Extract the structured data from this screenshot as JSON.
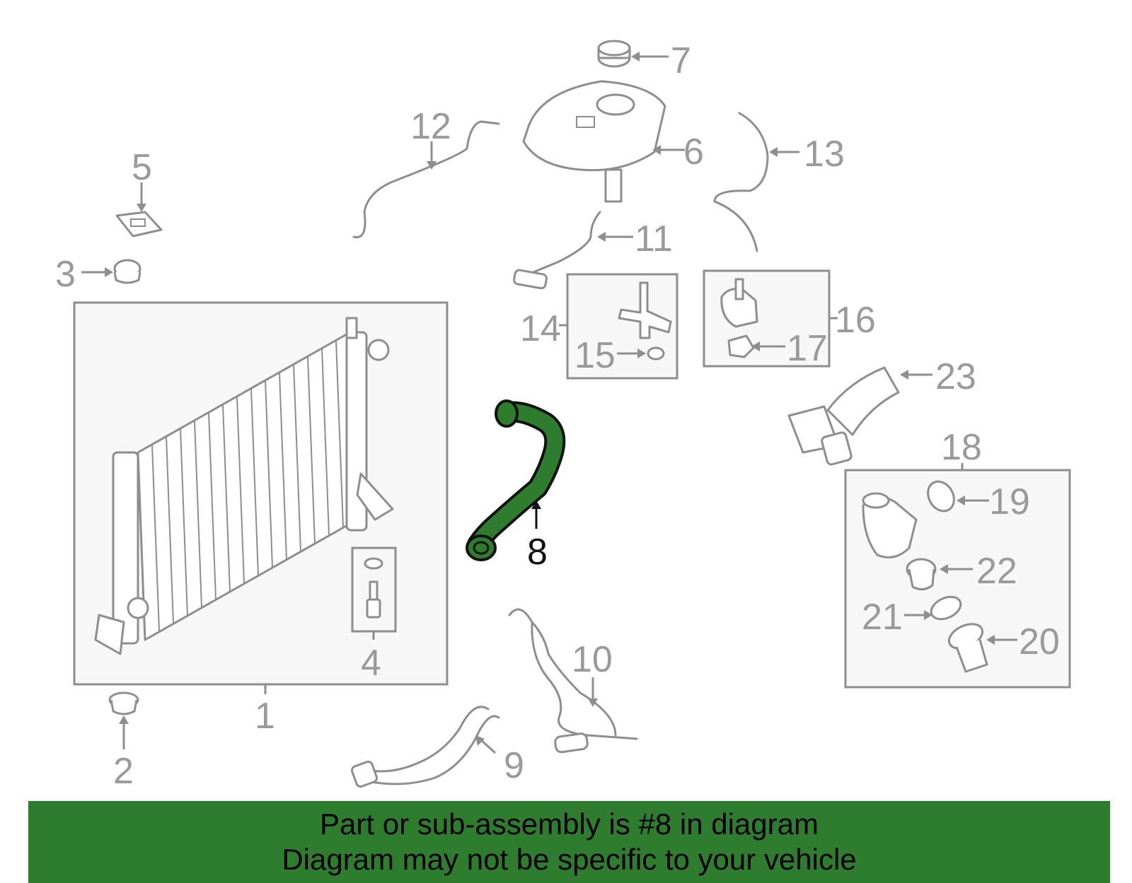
{
  "diagram": {
    "highlight_color": "#2e7d2e",
    "callouts": [
      "1",
      "2",
      "3",
      "4",
      "5",
      "6",
      "7",
      "8",
      "9",
      "10",
      "11",
      "12",
      "13",
      "14",
      "15",
      "16",
      "17",
      "18",
      "19",
      "20",
      "21",
      "22",
      "23"
    ],
    "highlighted_callout": "8"
  },
  "banner": {
    "line1": "Part or sub-assembly is #8 in diagram",
    "line2": "Diagram may not be specific to your vehicle",
    "color": "#2e7d2e"
  }
}
